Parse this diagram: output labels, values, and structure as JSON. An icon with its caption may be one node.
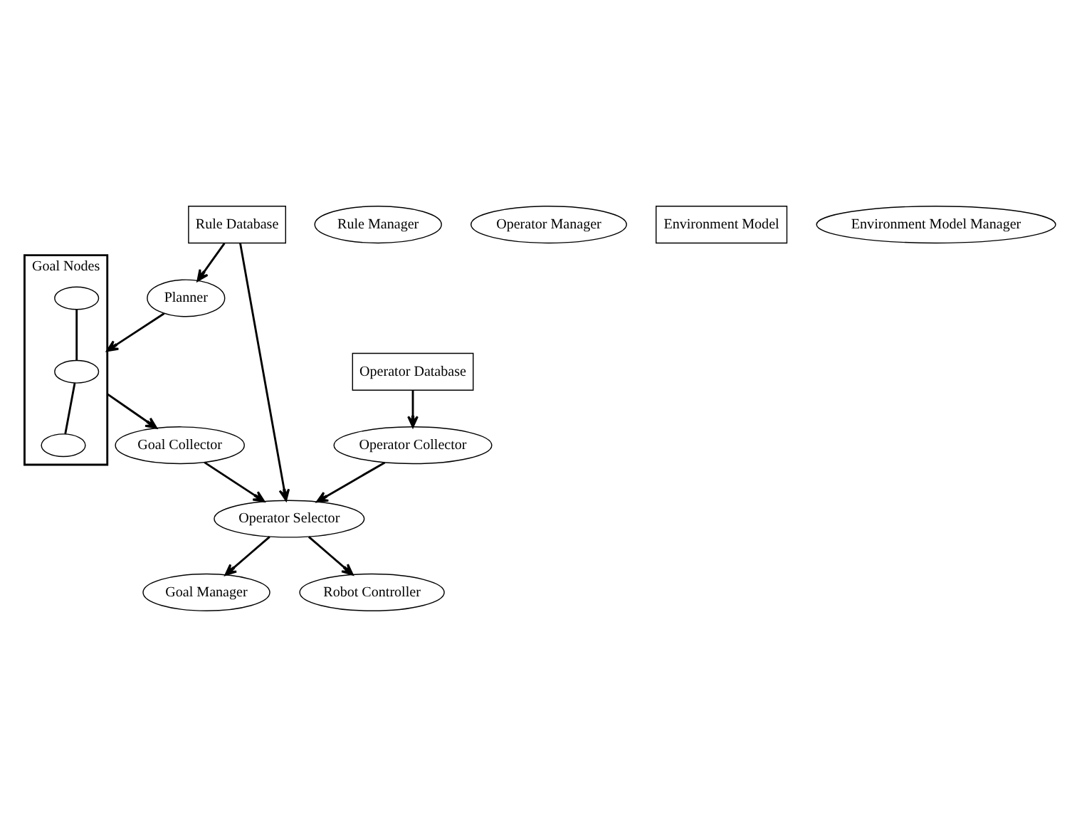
{
  "diagram": {
    "nodes": [
      {
        "text": [
          "Goal Nodes"
        ]
      },
      {
        "text": [],
        "shape": "ellipse",
        "in": 0
      },
      {
        "text": [],
        "shape": "ellipse",
        "in": 0
      },
      {
        "text": [],
        "shape": "ellipse",
        "in": 0
      },
      {
        "text": [
          "Planner"
        ]
      },
      {
        "text": [
          "Goal Manager"
        ]
      },
      {
        "text": [
          "Rule Manager"
        ]
      },
      {
        "text": [
          "Rule Database"
        ]
      },
      {
        "text": [
          "Goal Collector"
        ]
      },
      {
        "text": [
          "Operator Manager"
        ]
      },
      {
        "text": [
          "Operator Collector"
        ]
      },
      {
        "text": [
          "Operator Database"
        ]
      },
      {
        "text": [
          "Operator Selector"
        ]
      },
      {
        "text": [
          "Environment Model"
        ]
      },
      {
        "text": [
          "Environment Model Manager"
        ]
      },
      {
        "text": [
          "Robot Controller"
        ]
      }
    ],
    "edges": [
      {
        "from": 1,
        "to": 2,
        "arrow": "none"
      },
      {
        "from": 2,
        "to": 3,
        "arrow": "none"
      },
      {
        "from": 4,
        "to": 0,
        "arrow": "to"
      },
      {
        "from": 7,
        "to": 4,
        "arrow": "to"
      },
      {
        "from": 0,
        "to": 8,
        "arrow": "to"
      },
      {
        "from": 8,
        "to": 12,
        "arrow": "to"
      },
      {
        "from": 12,
        "to": 5,
        "arrow": "to"
      },
      {
        "from": 7,
        "to": 12,
        "arrow": "to"
      },
      {
        "from": 11,
        "to": 10,
        "arrow": "to"
      },
      {
        "from": 10,
        "to": 12,
        "arrow": "to"
      },
      {
        "from": 12,
        "to": 15,
        "arrow": "to"
      }
    ]
  }
}
